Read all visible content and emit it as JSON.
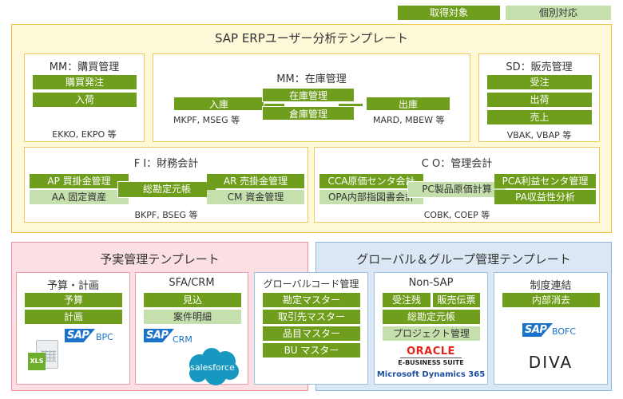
{
  "legend": {
    "acquisition_label": "取得対象",
    "individual_label": "個別対応",
    "colors": {
      "acquisition": "#6e9e1c",
      "individual": "#c6e0ad"
    }
  },
  "erp": {
    "title": "SAP ERPユーザー分析テンプレート",
    "mm_purchasing": {
      "title": "MM：購買管理",
      "items": [
        "購買発注",
        "入荷"
      ],
      "tables": "EKKO, EKPO 等"
    },
    "mm_inventory": {
      "title": "MM：在庫管理",
      "inbound": "入庫",
      "inventory_mgmt": "在庫管理",
      "warehouse_mgmt": "倉庫管理",
      "outbound": "出庫",
      "tables_left": "MKPF, MSEG 等",
      "tables_right": "MARD, MBEW 等"
    },
    "sd_sales": {
      "title": "SD：販売管理",
      "items": [
        "受注",
        "出荷",
        "売上"
      ],
      "tables": "VBAK, VBAP 等"
    },
    "fi": {
      "title": "F I：財務会計",
      "ap": "AP 買掛金管理",
      "aa": "AA 固定資産",
      "gl": "総勘定元帳",
      "ar": "AR 売掛金管理",
      "cm": "CM 資金管理",
      "tables": "BKPF, BSEG 等"
    },
    "co": {
      "title": "C O：管理会計",
      "cca": "CCA原価センタ会計",
      "opa": "OPA内部指図書会計",
      "pc": "PC製品原価計算",
      "pca": "PCA利益センタ管理",
      "pa": "PA収益性分析",
      "tables": "COBK, COEP 等"
    }
  },
  "budget_template": {
    "title": "予実管理テンプレート",
    "budget_plan": {
      "title": "予算・計画",
      "items": [
        "予算",
        "計画"
      ],
      "xls_label": "XLS",
      "sap_logo": "SAP",
      "sap_product": "BPC"
    },
    "sfa_crm": {
      "title": "SFA/CRM",
      "items": [
        "見込",
        "案件明細"
      ],
      "sap_logo": "SAP",
      "sap_product": "CRM",
      "salesforce_label": "salesforce"
    }
  },
  "global_template": {
    "title": "グローバル＆グループ管理テンプレート",
    "global_code": {
      "title": "グローバルコード管理",
      "items": [
        "勘定マスター",
        "取引先マスター",
        "品目マスター",
        "BU マスター"
      ]
    },
    "non_sap": {
      "title": "Non-SAP",
      "order_backlog": "受注残",
      "sales_slip": "販売伝票",
      "gl": "総勘定元帳",
      "project": "プロジェクト管理",
      "oracle_logo": "ORACLE",
      "oracle_suite": "E-BUSINESS SUITE",
      "ms_dynamics": "Microsoft Dynamics 365"
    },
    "consolidation": {
      "title": "制度連結",
      "items": [
        "内部消去"
      ],
      "sap_logo": "SAP",
      "sap_product": "BOFC",
      "diva": "DIVA"
    }
  }
}
